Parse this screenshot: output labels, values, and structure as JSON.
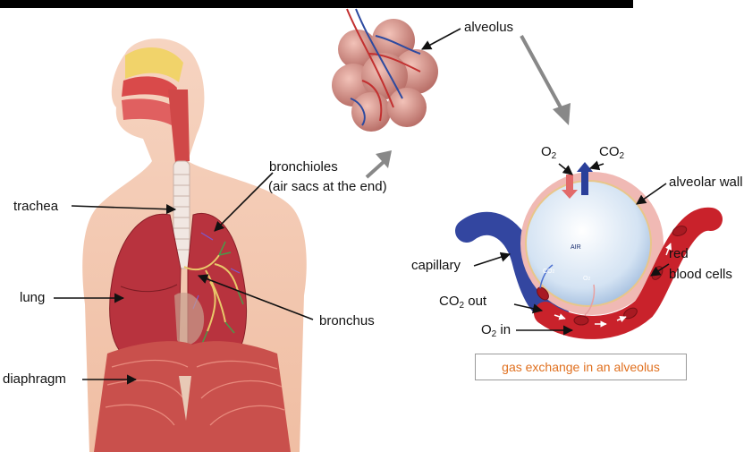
{
  "labels": {
    "alveolus": "alveolus",
    "bronchioles": "bronchioles",
    "air_sacs": "(air sacs at the end)",
    "trachea": "trachea",
    "lung": "lung",
    "diaphragm": "diaphragm",
    "bronchus": "bronchus",
    "o2_main": "O",
    "o2_sub": "2",
    "co2_main": "CO",
    "co2_sub": "2",
    "alveolar_wall": "alveolar wall",
    "air": "AIR",
    "capillary": "capillary",
    "red": "red",
    "blood_cells": "blood cells",
    "co2_out_main": "CO",
    "co2_out_sub": "2",
    "co2_out_rest": " out",
    "o2_in_main": "O",
    "o2_in_sub": "2",
    "o2_in_rest": " in",
    "inner_co2": "CO",
    "inner_co2_sub": "2",
    "inner_o2": "O",
    "inner_o2_sub": "2",
    "caption": "gas exchange in an alveolus"
  },
  "colors": {
    "skin": "#f2c7ad",
    "lung": "#b8333e",
    "blood_vessel_red": "#c9222b",
    "blood_vessel_blue": "#3346a0",
    "caption_text": "#e0701f",
    "pointer_gray": "#888888"
  }
}
